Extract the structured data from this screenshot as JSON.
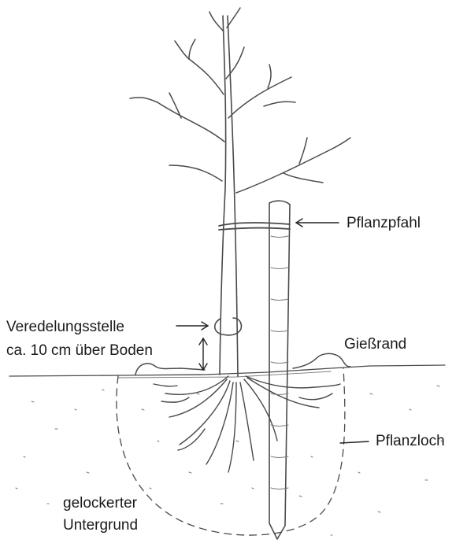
{
  "labels": {
    "stake": "Pflanzpfahl",
    "graft_line1": "Veredelungsstelle",
    "graft_line2": "ca. 10 cm über Boden",
    "watering_rim": "Gießrand",
    "planting_hole": "Pflanzloch",
    "subsoil_line1": "gelockerter",
    "subsoil_line2": "Untergrund"
  },
  "colors": {
    "pencil": "#4a4a4a",
    "text": "#1a1a1a",
    "background": "#ffffff"
  }
}
